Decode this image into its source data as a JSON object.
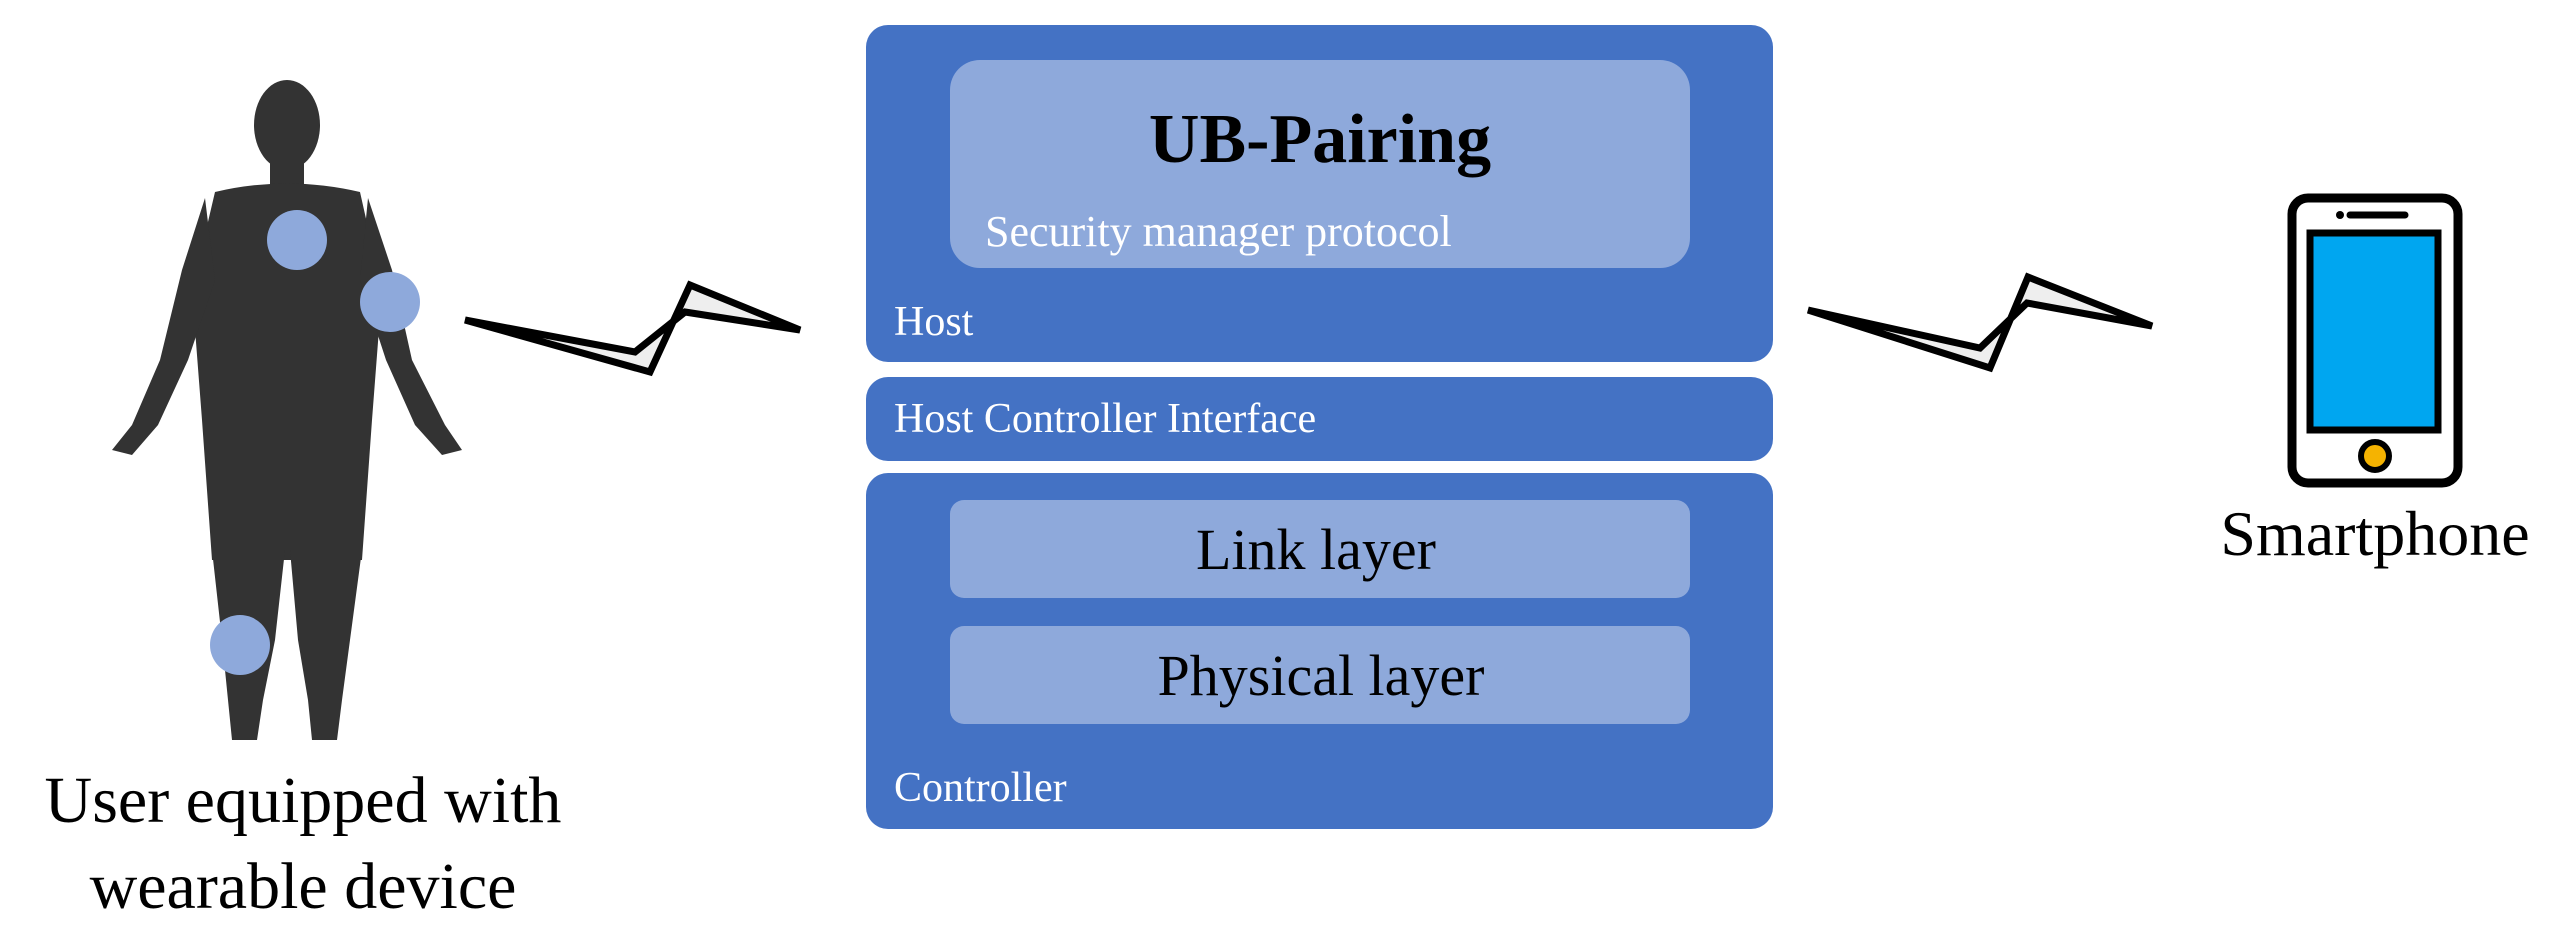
{
  "colors": {
    "stack_dark": "#4472C4",
    "stack_light": "#8EA9DB",
    "person_silhouette": "#333333",
    "sensor_dot": "#8EA9DB",
    "phone_screen": "#00A6F0",
    "phone_button": "#F5B301",
    "text_dark": "#000000",
    "text_light": "#FFFFFF",
    "wireless_fill": "#EEEEEE"
  },
  "user": {
    "caption_line1": "User equipped with",
    "caption_line2": "wearable device"
  },
  "stack": {
    "host": {
      "label": "Host",
      "ub_pairing": {
        "title": "UB-Pairing",
        "subtitle": "Security manager protocol"
      }
    },
    "hci": {
      "label": "Host Controller Interface"
    },
    "controller": {
      "label": "Controller",
      "link_layer": "Link layer",
      "physical_layer": "Physical layer"
    }
  },
  "smartphone": {
    "caption": "Smartphone"
  },
  "icons": {
    "person": "person-silhouette-icon",
    "phone": "smartphone-icon",
    "wireless": "wireless-link-icon"
  }
}
